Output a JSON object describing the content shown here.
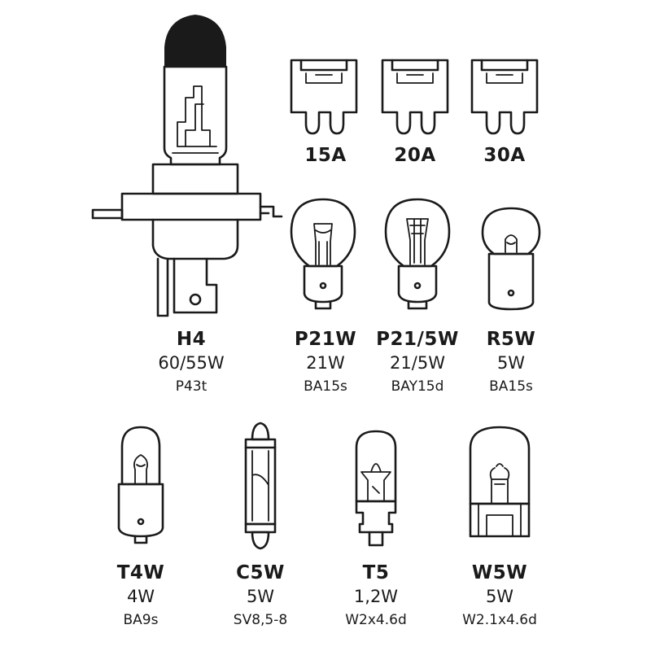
{
  "fuses": [
    {
      "label": "15A"
    },
    {
      "label": "20A"
    },
    {
      "label": "30A"
    }
  ],
  "bulbs": [
    {
      "name": "H4",
      "power": "60/55W",
      "base": "P43t"
    },
    {
      "name": "P21W",
      "power": "21W",
      "base": "BA15s"
    },
    {
      "name": "P21/5W",
      "power": "21/5W",
      "base": "BAY15d"
    },
    {
      "name": "R5W",
      "power": "5W",
      "base": "BA15s"
    },
    {
      "name": "T4W",
      "power": "4W",
      "base": "BA9s"
    },
    {
      "name": "C5W",
      "power": "5W",
      "base": "SV8,5-8"
    },
    {
      "name": "T5",
      "power": "1,2W",
      "base": "W2x4.6d"
    },
    {
      "name": "W5W",
      "power": "5W",
      "base": "W2.1x4.6d"
    }
  ],
  "colors": {
    "line": "#1a1a1a",
    "background": "#ffffff"
  }
}
